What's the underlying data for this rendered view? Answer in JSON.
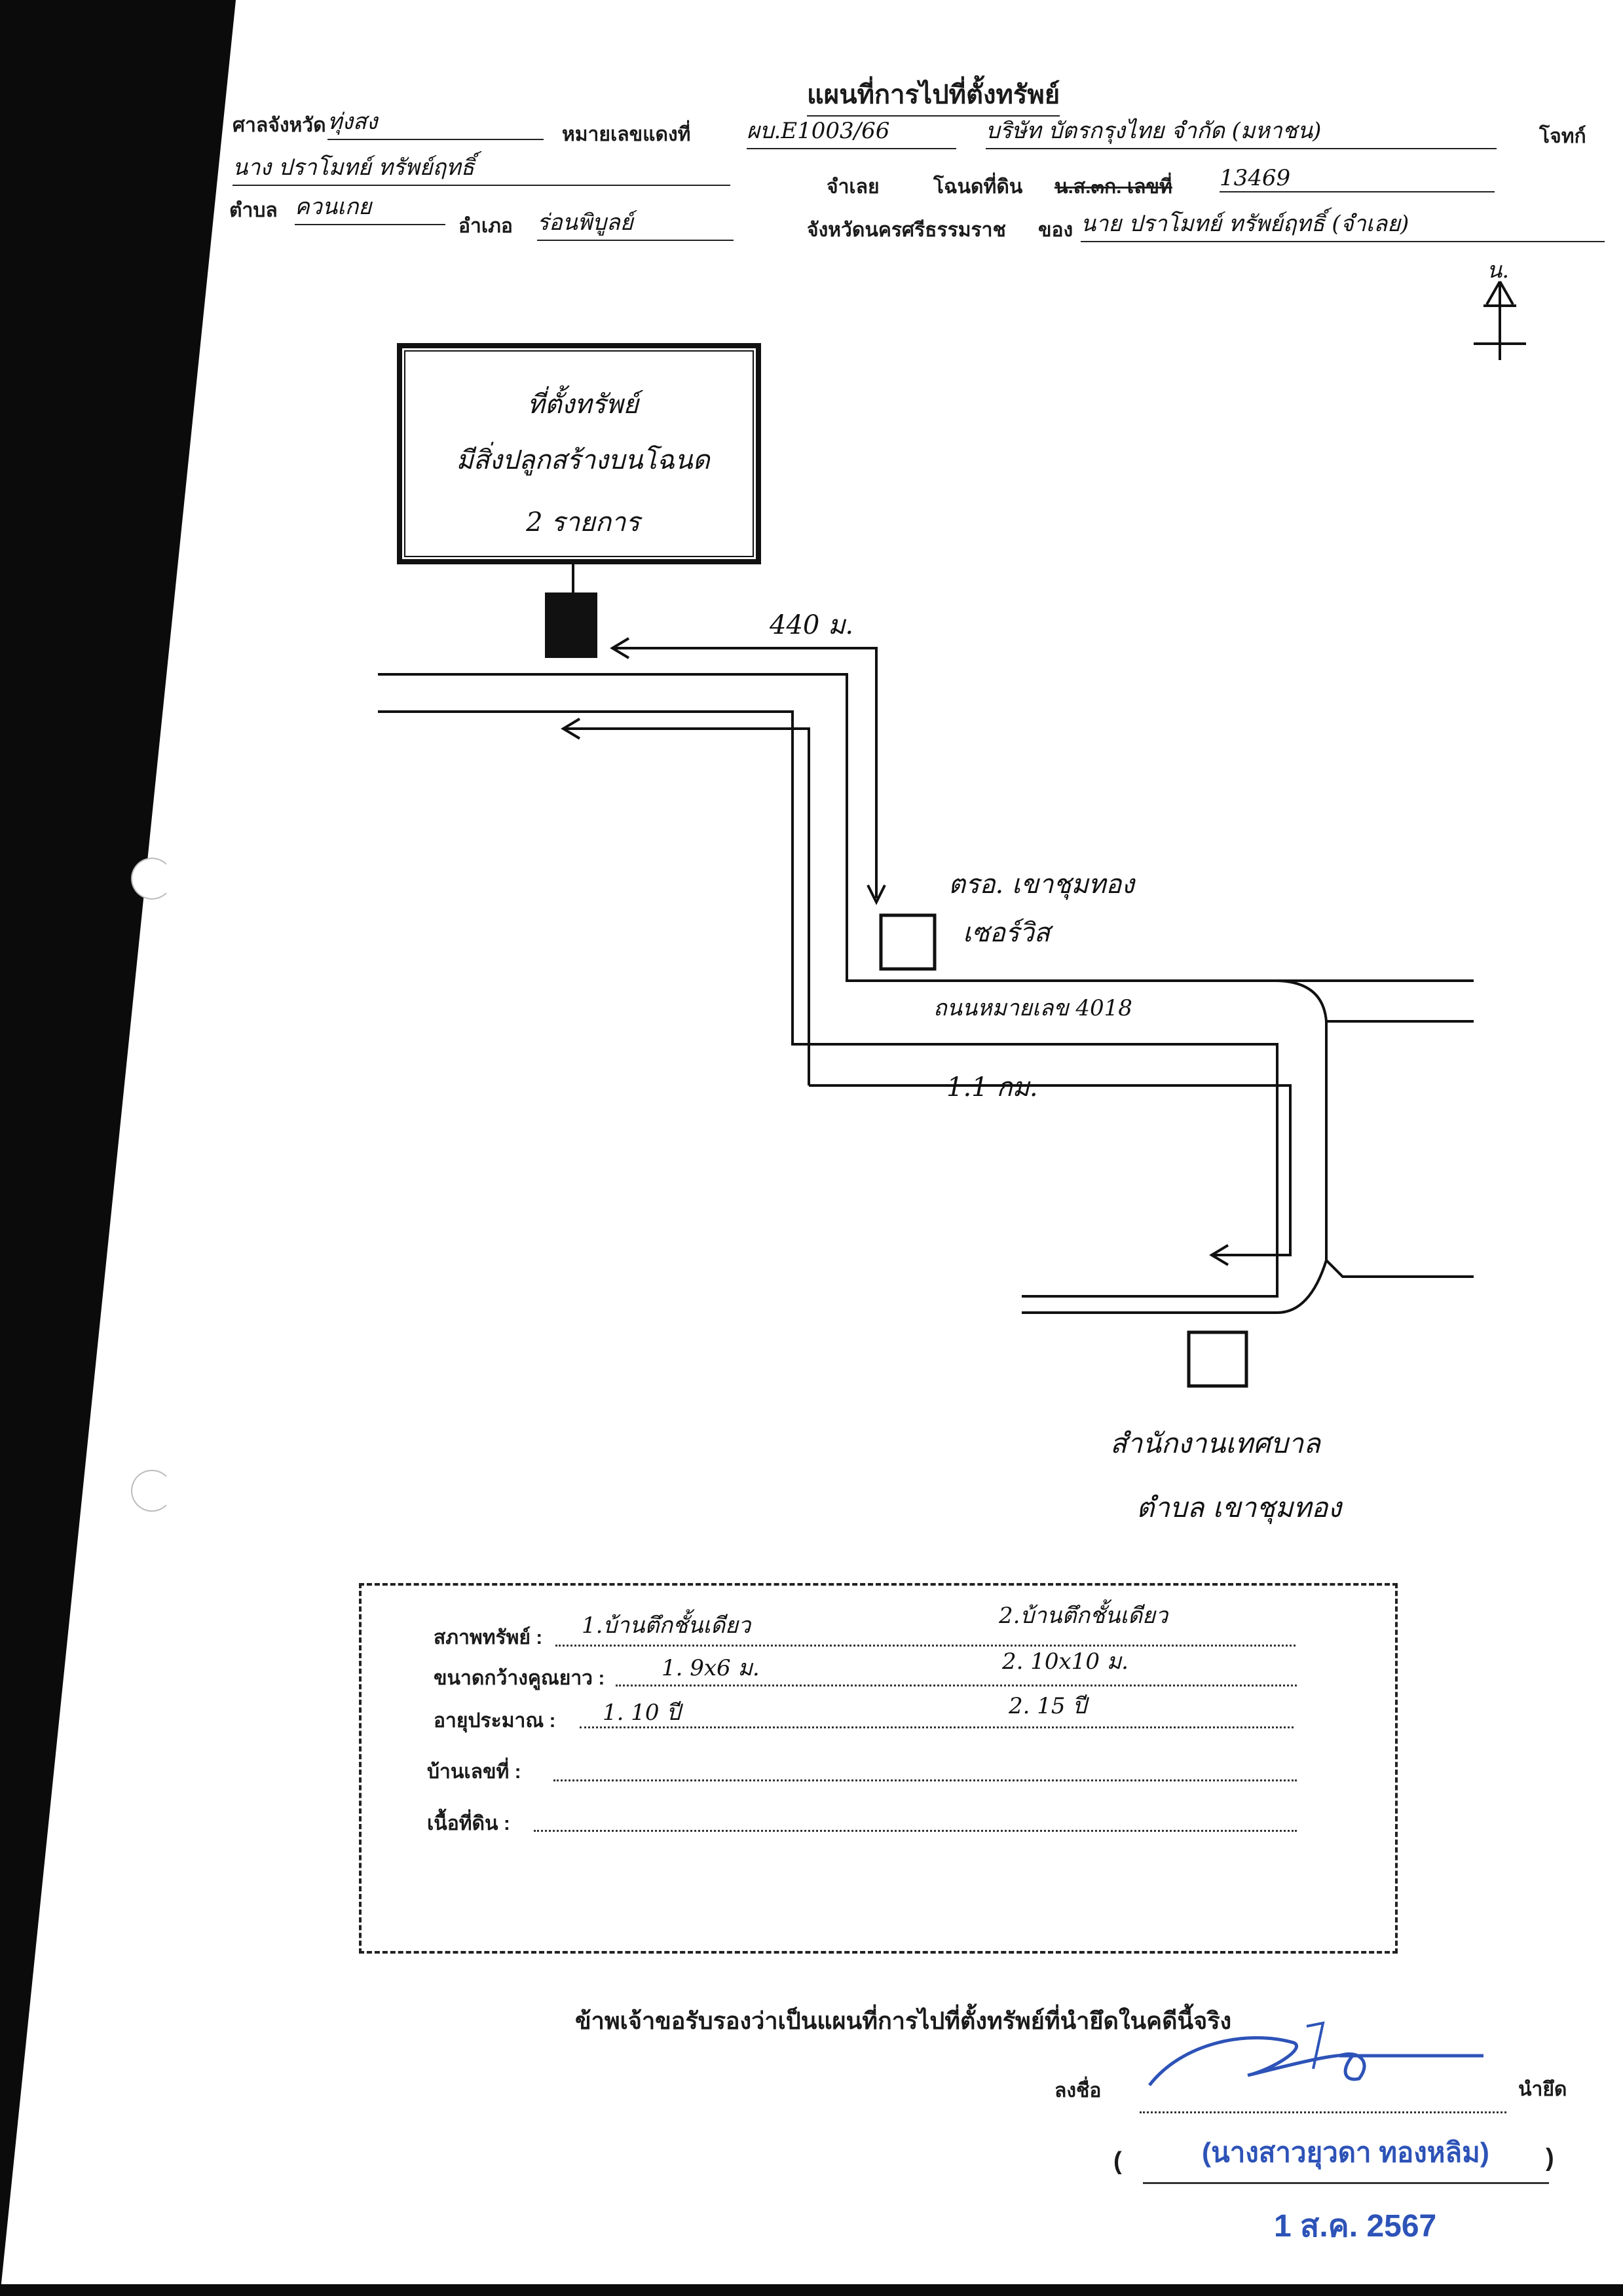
{
  "title": "แผนที่การไปที่ตั้งทรัพย์",
  "header": {
    "court_label": "ศาลจังหวัด",
    "court_value": "ทุ่งสง",
    "case_no_label": "หมายเลขแดงที่",
    "case_no_value": "ผบ.E1003/66",
    "plaintiff_value": "บริษัท บัตรกรุงไทย จำกัด (มหาชน)",
    "plaintiff_label": "โจทก์",
    "defendant_value": "นาง ปราโมทย์ ทรัพย์ฤทธิ์",
    "defendant_label": "จำเลย",
    "deed_label": "โฉนดที่ดิน",
    "deed_strike": "น.ส.๓ก. เลขที่",
    "deed_value": "13469",
    "subdistrict_label": "ตำบล",
    "subdistrict_value": "ควนเกย",
    "district_label": "อำเภอ",
    "district_value": "ร่อนพิบูลย์",
    "province_label": "จังหวัดนครศรีธรรมราช",
    "owner_label": "ของ",
    "owner_value": "นาย ปราโมทย์ ทรัพย์ฤทธิ์ (จำเลย)"
  },
  "map": {
    "north_label": "น.",
    "property_box": [
      "ที่ตั้งทรัพย์",
      "มีสิ่งปลูกสร้างบนโฉนด",
      "2 รายการ"
    ],
    "distance_1": "440 ม.",
    "distance_2": "1.1 กม.",
    "landmark_1": [
      "ตรอ. เขาชุมทอง",
      "เซอร์วิส"
    ],
    "road_label": "ถนนหมายเลข 4018",
    "landmark_2": [
      "สำนักงานเทศบาล",
      "ตำบล เขาชุมทอง"
    ]
  },
  "conditions": {
    "condition_label": "สภาพทรัพย์ :",
    "condition_1": "1.บ้านตึกชั้นเดียว",
    "condition_2": "2.บ้านตึกชั้นเดียว",
    "size_label": "ขนาดกว้างคูณยาว :",
    "size_1": "1. 9x6 ม.",
    "size_2": "2. 10x10 ม.",
    "age_label": "อายุประมาณ :",
    "age_1": "1. 10 ปี",
    "age_2": "2. 15 ปี",
    "house_no_label": "บ้านเลขที่ :",
    "land_label": "เนื้อที่ดิน :"
  },
  "footer": {
    "certify": "ข้าพเจ้าขอรับรองว่าเป็นแผนที่การไปที่ตั้งทรัพย์ที่นำยึดในคดีนี้จริง",
    "sign_label": "ลงชื่อ",
    "seizer_label": "นำยึด",
    "paren_open": "(",
    "signer_name": "(นางสาวยุวดา ทองหลิม)",
    "paren_close": ")",
    "date": "1 ส.ค. 2567"
  }
}
